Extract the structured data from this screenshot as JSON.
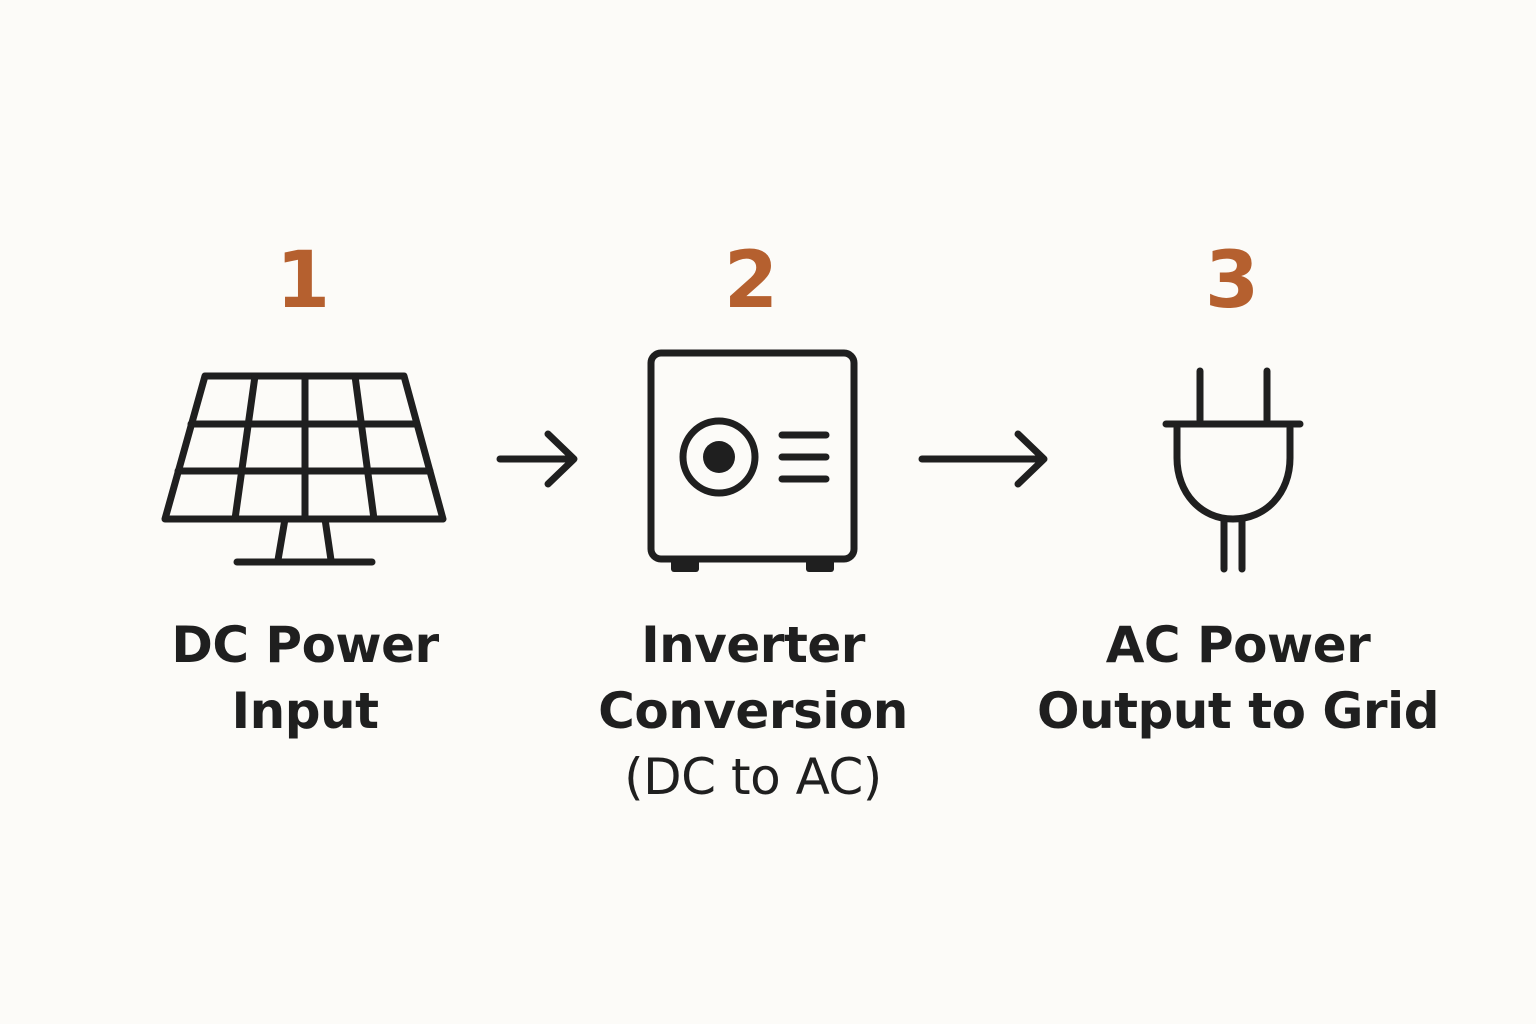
{
  "colors": {
    "background": "#fcfbf8",
    "accent": "#b5602f",
    "ink": "#1f1f1f"
  },
  "steps": [
    {
      "number": "1",
      "icon": "solar-panel-icon",
      "label_lines": [
        "DC Power",
        "Input"
      ]
    },
    {
      "number": "2",
      "icon": "inverter-icon",
      "label_lines": [
        "Inverter",
        "Conversion",
        "(DC to AC)"
      ]
    },
    {
      "number": "3",
      "icon": "power-plug-icon",
      "label_lines": [
        "AC Power",
        "Output to Grid"
      ]
    }
  ],
  "connectors": [
    "right-arrow-icon",
    "right-arrow-icon"
  ]
}
